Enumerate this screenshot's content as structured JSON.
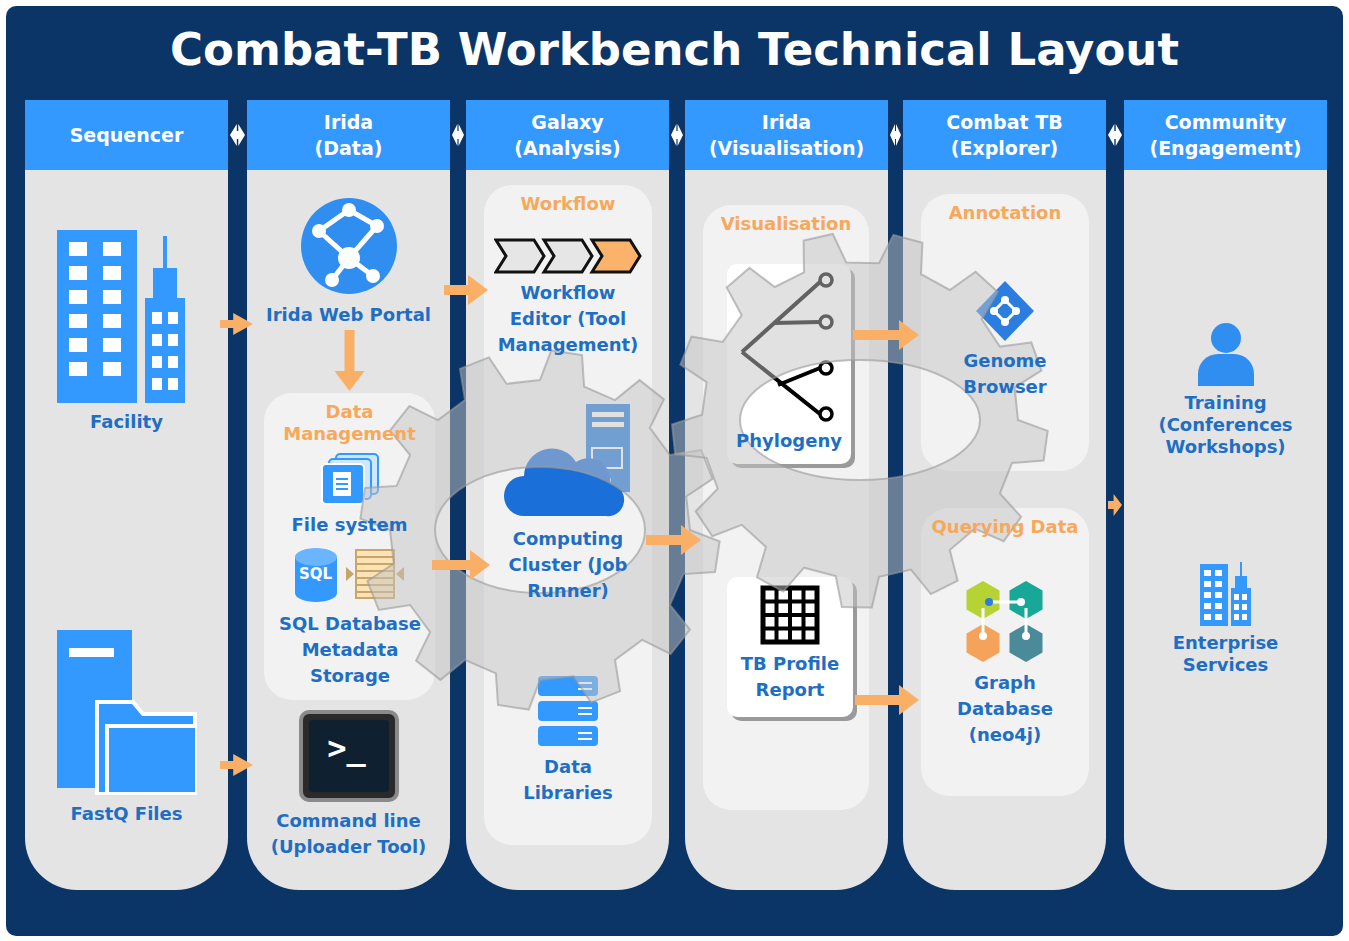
{
  "diagram": {
    "title": "Combat-TB Workbench Technical Layout",
    "nodes": [
      {
        "text": [
          "Sequencer"
        ]
      },
      {
        "text": [
          "Facility"
        ],
        "in": 0
      },
      {
        "text": [
          "FastQ Files"
        ],
        "in": 0
      },
      {
        "text": [
          "Irida (Data)"
        ]
      },
      {
        "text": [
          "Irida Web Portal"
        ],
        "in": 3
      },
      {
        "text": [
          "Data Management"
        ],
        "in": 3
      },
      {
        "text": [
          "File system"
        ],
        "in": 5
      },
      {
        "text": [
          "SQL Database Metadata Storage"
        ],
        "in": 5
      },
      {
        "text": [
          "Command line (Uploader Tool)"
        ],
        "in": 3
      },
      {
        "text": [
          "Galaxy (Analysis)"
        ]
      },
      {
        "text": [
          "Workflow"
        ],
        "in": 9
      },
      {
        "text": [
          "Workflow Editor (Tool Management)"
        ],
        "in": 10
      },
      {
        "text": [
          "Computing Cluster (Job Runner)"
        ],
        "in": 10
      },
      {
        "text": [
          "Data Libraries"
        ],
        "in": 10
      },
      {
        "text": [
          "Irida (Visualisation)"
        ]
      },
      {
        "text": [
          "Visualisation"
        ],
        "in": 14
      },
      {
        "text": [
          "Phylogeny"
        ],
        "in": 15
      },
      {
        "text": [
          "TB Profile Report"
        ],
        "in": 15
      },
      {
        "text": [
          "Combat TB (Explorer)"
        ]
      },
      {
        "text": [
          "Annotation"
        ],
        "in": 18
      },
      {
        "text": [
          "Genome Browser"
        ],
        "in": 19
      },
      {
        "text": [
          "Querying Data"
        ],
        "in": 18
      },
      {
        "text": [
          "Graph Database (neo4j)"
        ],
        "in": 21
      },
      {
        "text": [
          "Community (Engagement)"
        ]
      },
      {
        "text": [
          "Training (Conferences Workshops)"
        ],
        "in": 23
      },
      {
        "text": [
          "Enterprise Services"
        ],
        "in": 23
      }
    ],
    "edges": [
      {
        "from": 0,
        "to": 3,
        "arrow": "both"
      },
      {
        "from": 3,
        "to": 9,
        "arrow": "both"
      },
      {
        "from": 9,
        "to": 14,
        "arrow": "both"
      },
      {
        "from": 14,
        "to": 18,
        "arrow": "both"
      },
      {
        "from": 18,
        "to": 23,
        "arrow": "both"
      },
      {
        "from": 1,
        "to": 4,
        "arrow": "to"
      },
      {
        "from": 2,
        "to": 8,
        "arrow": "to"
      },
      {
        "from": 4,
        "to": 5,
        "arrow": "to"
      },
      {
        "from": 4,
        "to": 11,
        "arrow": "to"
      },
      {
        "from": 7,
        "to": 12,
        "arrow": "to"
      },
      {
        "from": 12,
        "to": 15,
        "arrow": "to"
      },
      {
        "from": 16,
        "to": 19,
        "arrow": "to"
      },
      {
        "from": 17,
        "to": 21,
        "arrow": "to"
      },
      {
        "from": 18,
        "to": 23,
        "arrow": "to"
      }
    ],
    "labels": [
      "SQL",
      ">_"
    ]
  }
}
